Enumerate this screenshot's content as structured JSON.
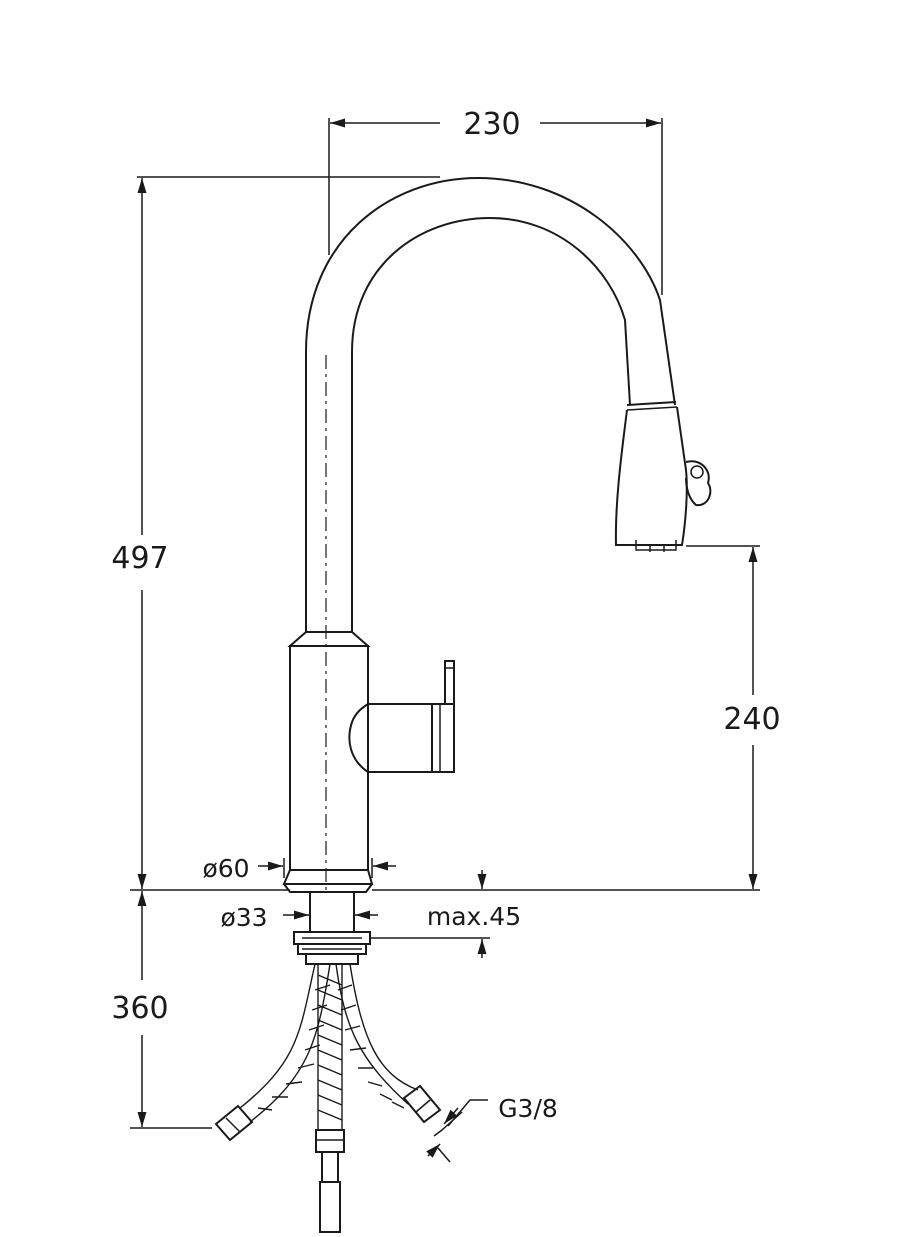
{
  "dimensions": {
    "spout_reach": "230",
    "total_height": "497",
    "outlet_height": "240",
    "base_diameter": "ø60",
    "hole_diameter": "ø33",
    "max_thickness": "max.45",
    "hose_length": "360",
    "connection": "G3/8"
  },
  "colors": {
    "line": "#1a1a1a",
    "background": "#ffffff"
  }
}
